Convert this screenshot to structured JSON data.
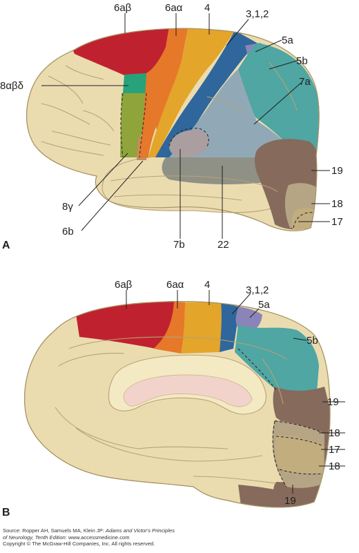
{
  "colors": {
    "brain": "#ebdcb0",
    "sulcus": "#b7a274",
    "area6ab": "#c0212f",
    "area6aa": "#e6782a",
    "area4": "#e3a52a",
    "area312": "#2f679c",
    "area5a": "#8b84b8",
    "area5b": "#4fa6a3",
    "area7a": "#91a9b6",
    "area7b": "#ab9ea0",
    "area22": "#8f9186",
    "area8abd": "#27a27a",
    "area8g": "#8fa43b",
    "area6b": "#c98a55",
    "area19": "#866a5c",
    "area18": "#b5a585",
    "area17": "#c2ad7f",
    "callosum": "#f3e9c2",
    "ventricle": "#f2d3cb"
  },
  "panel_a": {
    "letter": "A",
    "labels": {
      "l6ab": "6aβ",
      "l6aa": "6aα",
      "l4": "4",
      "l312": "3,1,2",
      "l5a": "5a",
      "l5b": "5b",
      "l7a": "7a",
      "l8abd": "8αβδ",
      "l19": "19",
      "l18": "18",
      "l17": "17",
      "l8g": "8γ",
      "l6b": "6b",
      "l7b": "7b",
      "l22": "22"
    }
  },
  "panel_b": {
    "letter": "B",
    "labels": {
      "l6ab": "6aβ",
      "l6aa": "6aα",
      "l4": "4",
      "l312": "3,1,2",
      "l5a": "5a",
      "l5b": "5b",
      "l19a": "19",
      "l18a": "18",
      "l17": "17",
      "l18b": "18",
      "l19b": "19"
    }
  },
  "source": {
    "line1_prefix": "Source: Ropper AH, Samuels MA, Klein JP: ",
    "line1_italic": "Adams and Victor's Principles",
    "line2_italic": "of Neurology, Tenth Edition",
    "line2_rest": ": www.accessmedicine.com",
    "line3": "Copyright © The McGraw-Hill Companies, Inc. All rights reserved."
  }
}
